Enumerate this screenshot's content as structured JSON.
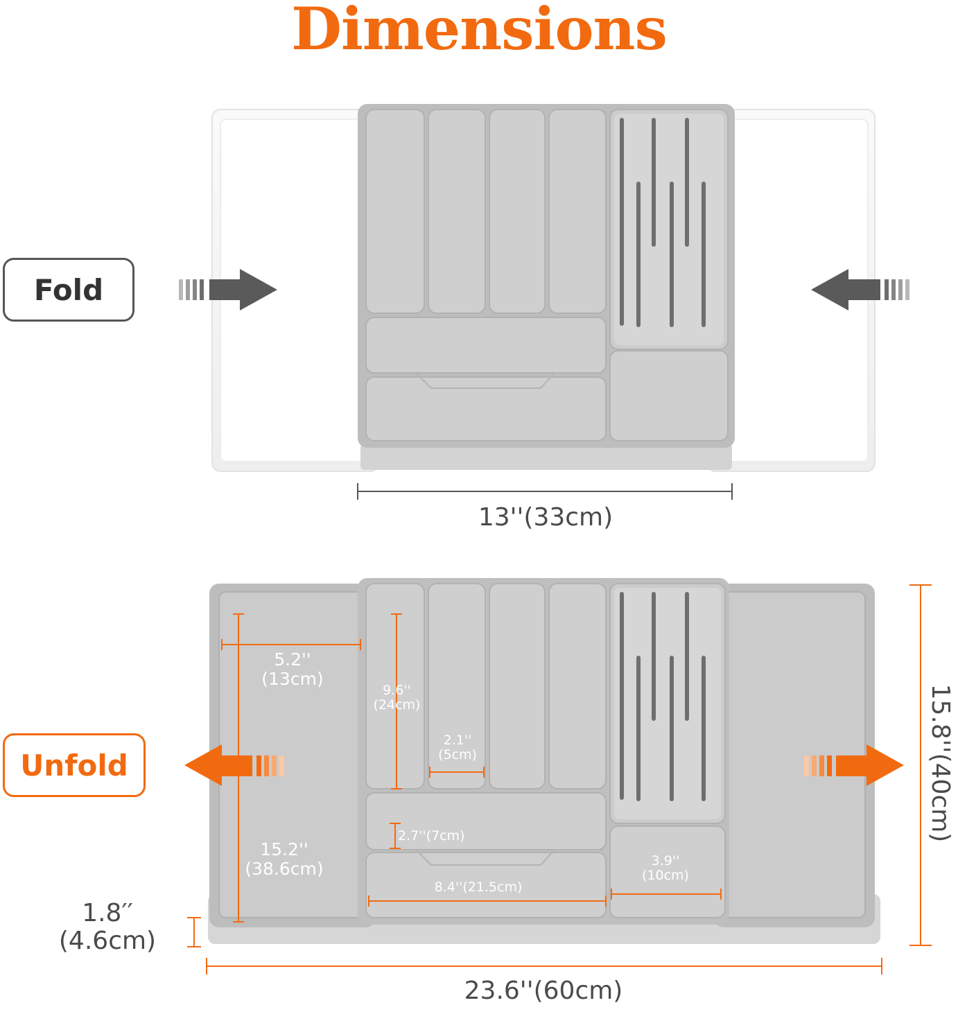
{
  "title": "Dimensions",
  "states": {
    "fold_label": "Fold",
    "unfold_label": "Unfold"
  },
  "dimensions": {
    "fold_width": "13''(33cm)",
    "total_width": "23.6''(60cm)",
    "depth": "15.8''(40cm)",
    "height": "1.8′′\n(4.6cm)",
    "big_compartment_width": "5.2''\n(13cm)",
    "big_compartment_length": "15.2''\n(38.6cm)",
    "slot_length": "9.6''\n(24cm)",
    "slot_width": "2.1''\n(5cm)",
    "small_compartment_width": "2.7''(7cm)",
    "long_compartment_length": "8.4''(21.5cm)",
    "knife_area_width": "3.9''\n(10cm)"
  },
  "colors": {
    "accent": "#f26a10",
    "tray_gray": "#bdbdbd",
    "tray_light": "#cfcfcf",
    "extension_white": "#f6f6f6",
    "arrow_dark": "#5a5a5a",
    "text": "#4a4a4a"
  }
}
